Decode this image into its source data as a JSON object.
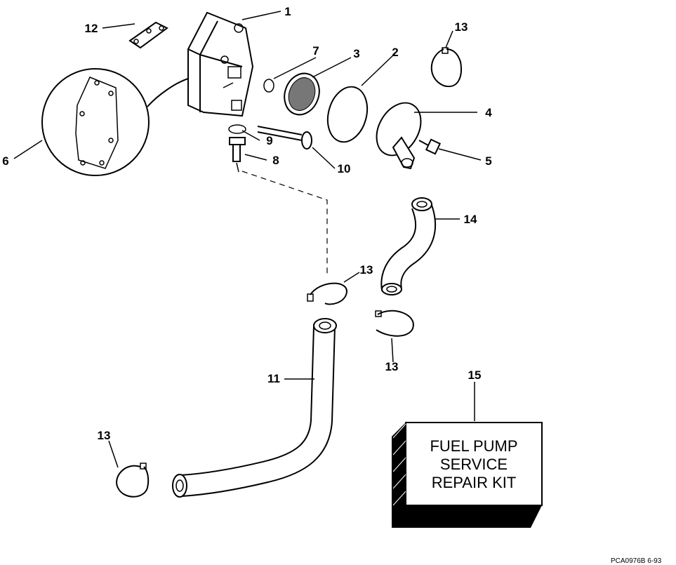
{
  "labels": {
    "p1": "1",
    "p2": "2",
    "p3": "3",
    "p4": "4",
    "p5": "5",
    "p6": "6",
    "p7": "7",
    "p8": "8",
    "p9": "9",
    "p10": "10",
    "p11": "11",
    "p12": "12",
    "p13a": "13",
    "p13b": "13",
    "p13c": "13",
    "p13d": "13",
    "p14": "14",
    "p15": "15"
  },
  "kit": {
    "line1": "FUEL PUMP",
    "line2": "SERVICE",
    "line3": "REPAIR KIT"
  },
  "drawing_code": "PCA0976B   6-93"
}
